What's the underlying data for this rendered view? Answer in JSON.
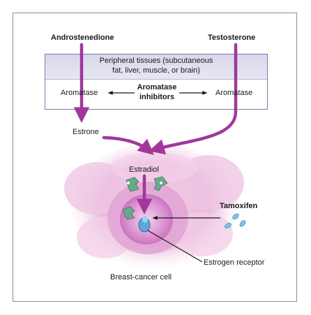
{
  "labels": {
    "androstenedione": "Androstenedione",
    "testosterone": "Testosterone",
    "peripheral_line1": "Peripheral tissues (subcutaneous",
    "peripheral_line2": "fat, liver, muscle, or brain)",
    "aromatase_left": "Aromatase",
    "aromatase_right": "Aromatase",
    "inhibitors_line1": "Aromatase",
    "inhibitors_line2": "inhibitors",
    "estrone": "Estrone",
    "estradiol": "Estradiol",
    "tamoxifen": "Tamoxifen",
    "estrogen_receptor": "Estrogen receptor",
    "breast_cancer_cell": "Breast-cancer cell"
  },
  "colors": {
    "pathway_arrow": "#a0389a",
    "inhibitor_arrow": "#1a1a1a",
    "tissue_band": "#dcdbee",
    "tissue_border": "#7d7aa6",
    "cell_pink": "#e8b0d8",
    "nucleus": "#d27cc6",
    "estradiol_molecule": "#6aa88a",
    "tamoxifen_molecule": "#7fc4e6"
  },
  "icons": {
    "estradiol_molecules": "estradiol-molecule-icon",
    "tamoxifen_molecules": "tamoxifen-molecule-icon",
    "receptor": "estrogen-receptor-icon"
  }
}
